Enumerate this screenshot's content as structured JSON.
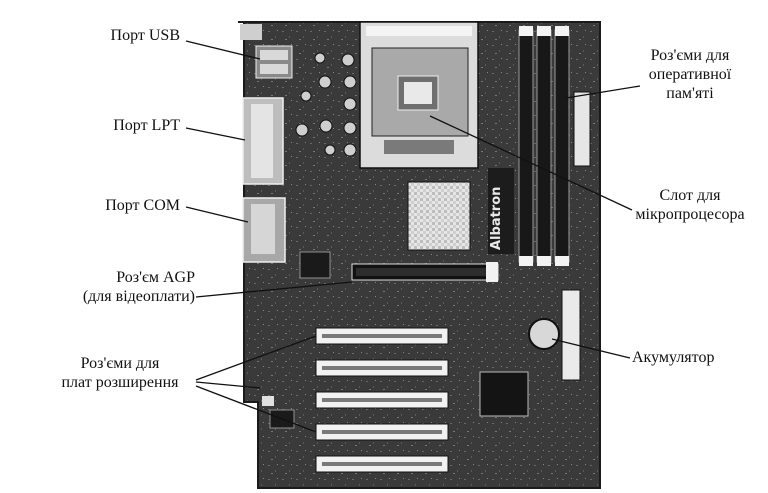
{
  "diagram": {
    "subject": "motherboard-photo",
    "board_text": "Albatron",
    "labels": {
      "usb": "Порт USB",
      "lpt": "Порт LPT",
      "com": "Порт COM",
      "agp_line1": "Роз'єм AGP",
      "agp_line2": "(для відеоплати)",
      "pci_line1": "Роз'єми для",
      "pci_line2": "плат розширення",
      "ram_line1": "Роз'єми для",
      "ram_line2": "оперативної",
      "ram_line3": "пам'яті",
      "cpu_line1": "Слот для",
      "cpu_line2": "мікропроцесора",
      "battery": "Акумулятор"
    },
    "colors": {
      "pcb": "#3a3a3a",
      "pcb_dark": "#1e1e1e",
      "slot_white": "#f2f2f2",
      "leader": "#111111"
    }
  }
}
